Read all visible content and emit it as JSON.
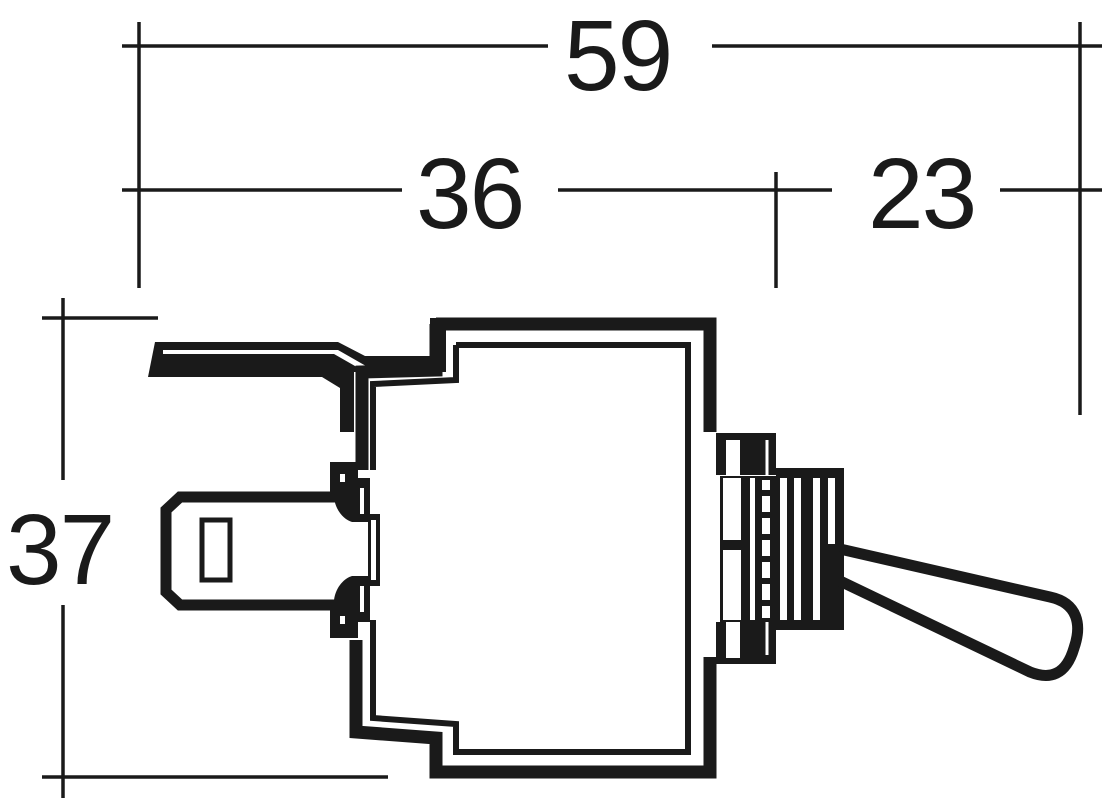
{
  "diagram": {
    "subject": "Toggle switch dimension drawing (side view)",
    "units": "mm",
    "line_color": "#1a1a1a",
    "background": "#ffffff",
    "dimensions": {
      "overall_length": {
        "label": "59",
        "value": 59
      },
      "body_length": {
        "label": "36",
        "value": 36
      },
      "bushing_lever_length": {
        "label": "23",
        "value": 23
      },
      "height": {
        "label": "37",
        "value": 37
      }
    },
    "parts": [
      "mounting-tab",
      "spade-terminal",
      "switch-body",
      "threaded-bushing",
      "toggle-lever"
    ]
  }
}
